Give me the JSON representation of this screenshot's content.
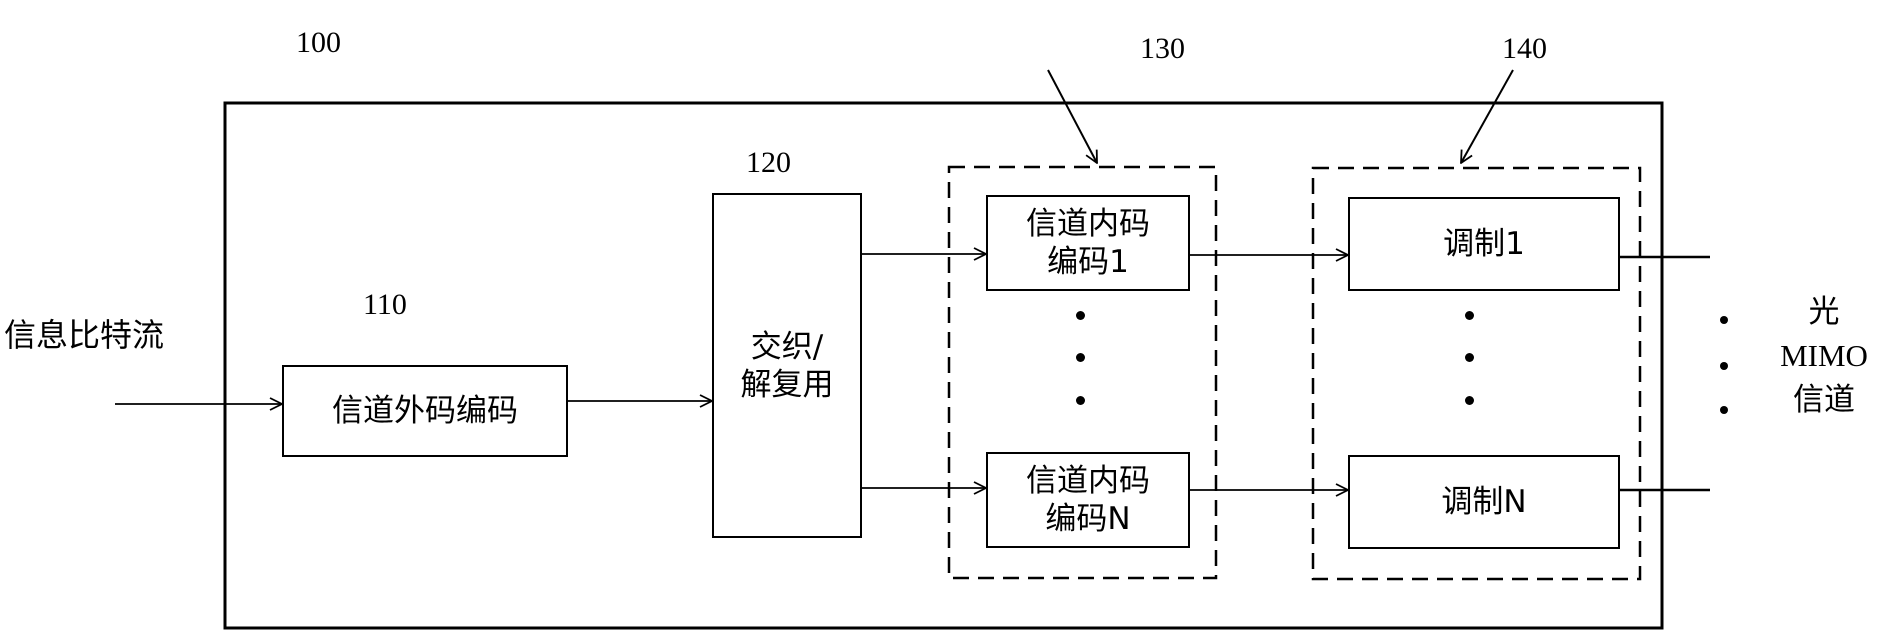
{
  "labels": {
    "system": "100",
    "outer_coder": "110",
    "interleaver": "120",
    "inner_group": "130",
    "mod_group": "140"
  },
  "input_label": "信息比特流",
  "blocks": {
    "outer_code": "信道外码编码",
    "interleave_line1": "交织/",
    "interleave_line2": "解复用",
    "inner1_line1": "信道内码",
    "inner1_line2": "编码1",
    "innerN_line1": "信道内码",
    "innerN_line2": "编码N",
    "mod1": "调制1",
    "modN": "调制N"
  },
  "output_label": {
    "line1": "光",
    "line2": "MIMO",
    "line3": "信道"
  }
}
